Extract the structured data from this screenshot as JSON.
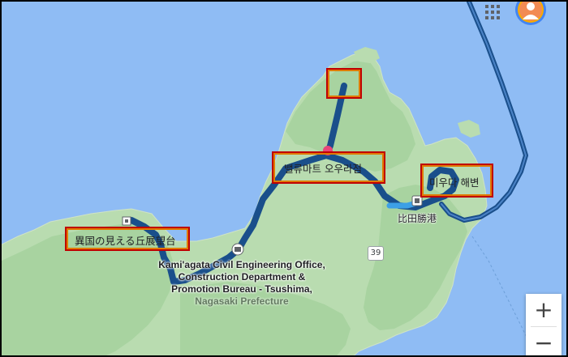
{
  "map": {
    "water_color": "#8fbcf4",
    "land_color": "#d8e6cf",
    "forest_color": "#a8d5a2",
    "route_color": "#1a4f8b",
    "highlight_color": "#e07a00"
  },
  "highlights": [
    {
      "id": "top-marker",
      "label": ""
    },
    {
      "id": "value-mart",
      "label": "밸류마트 오우라점"
    },
    {
      "id": "miuda-beach",
      "label": "미우다 해변"
    },
    {
      "id": "observatory",
      "label": "異国の見える丘展望台"
    }
  ],
  "places": {
    "port": "比田勝港",
    "office_line1": "Kami'agata Civil Engineering Office,",
    "office_line2": "Construction Department &",
    "office_line3": "Promotion Bureau - Tsushima,",
    "office_line4": "Nagasaki Prefecture"
  },
  "route_number": "39",
  "controls": {
    "zoom_in": "+",
    "zoom_out": "−",
    "apps_icon": "apps-grid-icon",
    "account_icon": "account-avatar-icon"
  }
}
